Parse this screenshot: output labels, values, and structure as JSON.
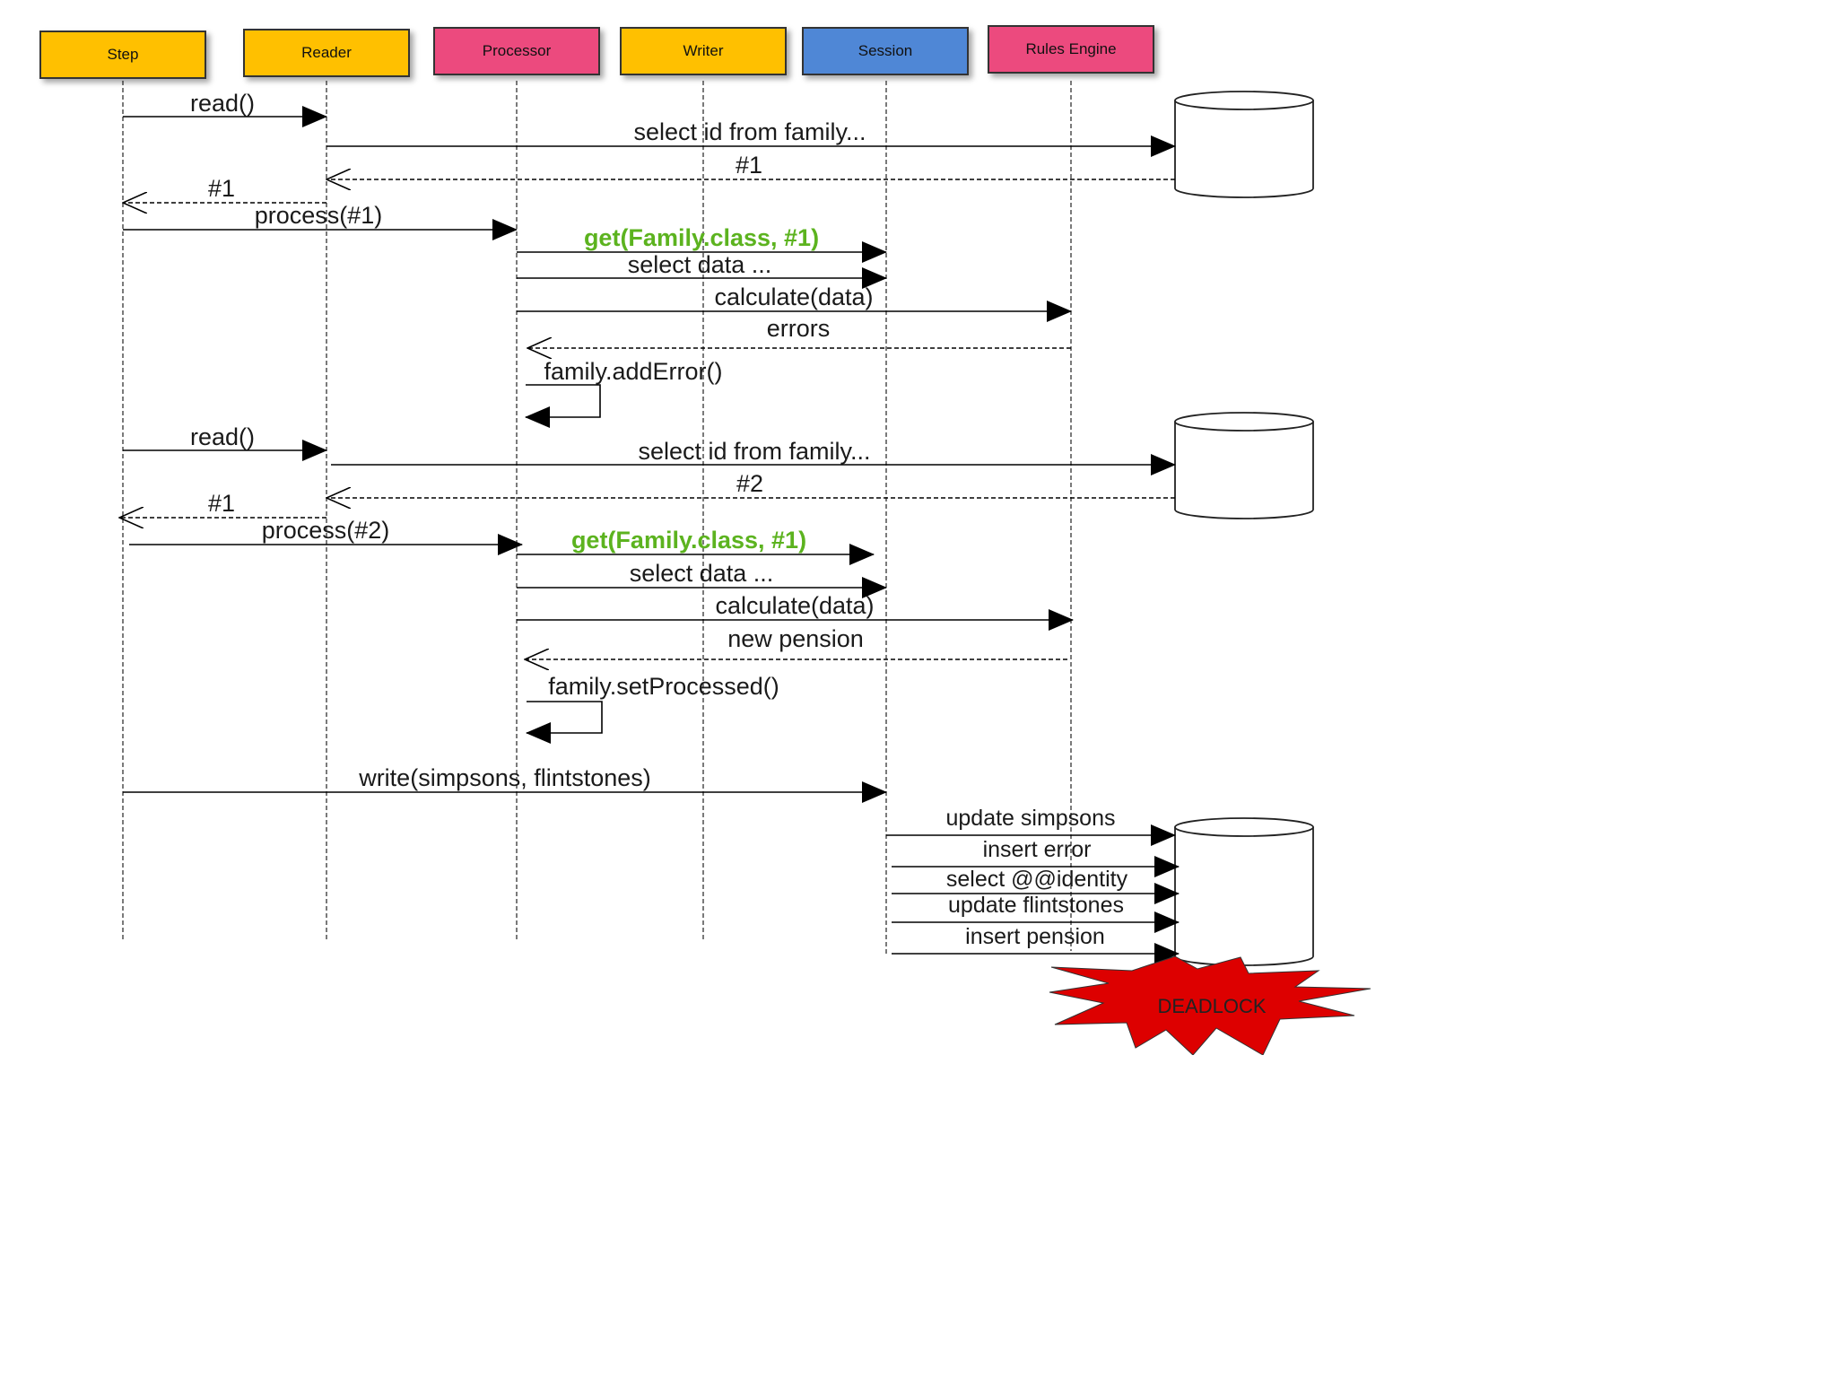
{
  "participants": [
    {
      "name": "Step",
      "color": "#ffc000"
    },
    {
      "name": "Reader",
      "color": "#ffc000"
    },
    {
      "name": "Processor",
      "color": "#ec4a7e"
    },
    {
      "name": "Writer",
      "color": "#ffc000"
    },
    {
      "name": "Session",
      "color": "#4f87d6"
    },
    {
      "name": "Rules Engine",
      "color": "#ec4a7e"
    }
  ],
  "messages": {
    "m1": "read()",
    "m2": "select id from family...",
    "m3": "#1",
    "m4": "#1",
    "m5": "process(#1)",
    "m6": "get(Family.class, #1)",
    "m7": "select data ...",
    "m8": "calculate(data)",
    "m9": "errors",
    "m10": "family.addError()",
    "m11": "read()",
    "m12": "select id from family...",
    "m13": "#2",
    "m14": "#1",
    "m15": "process(#2)",
    "m16": "get(Family.class, #1)",
    "m17": "select data ...",
    "m18": "calculate(data)",
    "m19": "new pension",
    "m20": "family.setProcessed()",
    "m21": "write(simpsons, flintstones)",
    "m22": "update simpsons",
    "m23": "insert error",
    "m24": "select @@identity",
    "m25": "update flintstones",
    "m26": "insert pension"
  },
  "deadlock": "DEADLOCK",
  "colors": {
    "highlight": "#5cb31f",
    "burst": "#dd0000"
  }
}
